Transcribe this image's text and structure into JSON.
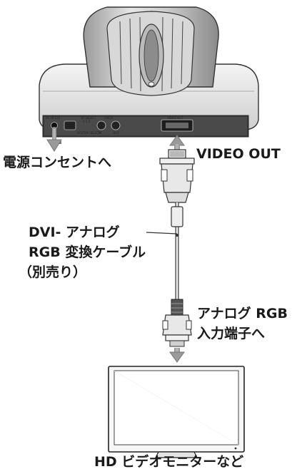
{
  "labels": {
    "power_outlet": "電源コンセントへ",
    "video_out": "VIDEO OUT",
    "cable_line1": "DVI- アナログ",
    "cable_line2": "RGB 変換ケーブル",
    "cable_line3": "（別売り）",
    "analog_in_line1": "アナログ RGB",
    "analog_in_line2": "入力端子へ",
    "monitor": "HD ビデオモニターなど"
  },
  "panel_text": {
    "dc_in": "DC IN 12V",
    "ir_select": "IR SELECT",
    "ir_nums": "1 2 3",
    "system_select": "SYSTEM SELECT",
    "visca": "VISCA",
    "visca_in": "IN",
    "visca_out": "OUT",
    "video_out_port": "VIDEO OUT"
  }
}
